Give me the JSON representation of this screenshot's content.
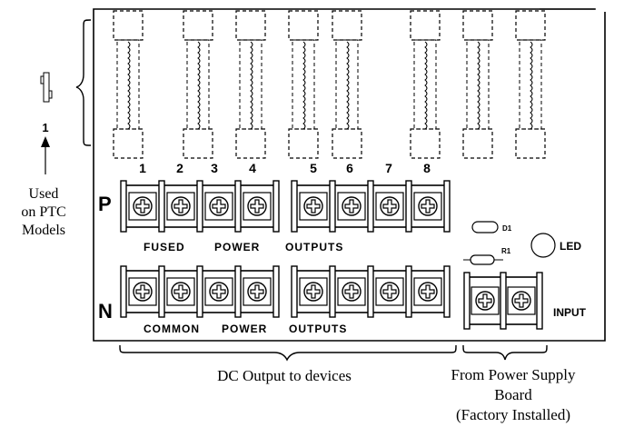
{
  "fuse_numbers": [
    "1",
    "2",
    "3",
    "4",
    "5",
    "6",
    "7",
    "8"
  ],
  "side_fuse_number": "1",
  "row_p_label": "P",
  "row_n_label": "N",
  "p_labels": {
    "fused": "FUSED",
    "power": "POWER",
    "outputs": "OUTPUTS"
  },
  "n_labels": {
    "common": "COMMON",
    "power": "POWER",
    "outputs": "OUTPUTS"
  },
  "d1_label": "D1",
  "r1_label": "R1",
  "led_label": "LED",
  "input_label": "INPUT",
  "used_note": [
    "Used",
    "on PTC",
    "Models"
  ],
  "dc_output_caption": "DC Output to devices",
  "power_supply_caption": [
    "From Power Supply",
    "Board",
    "(Factory Installed)"
  ]
}
